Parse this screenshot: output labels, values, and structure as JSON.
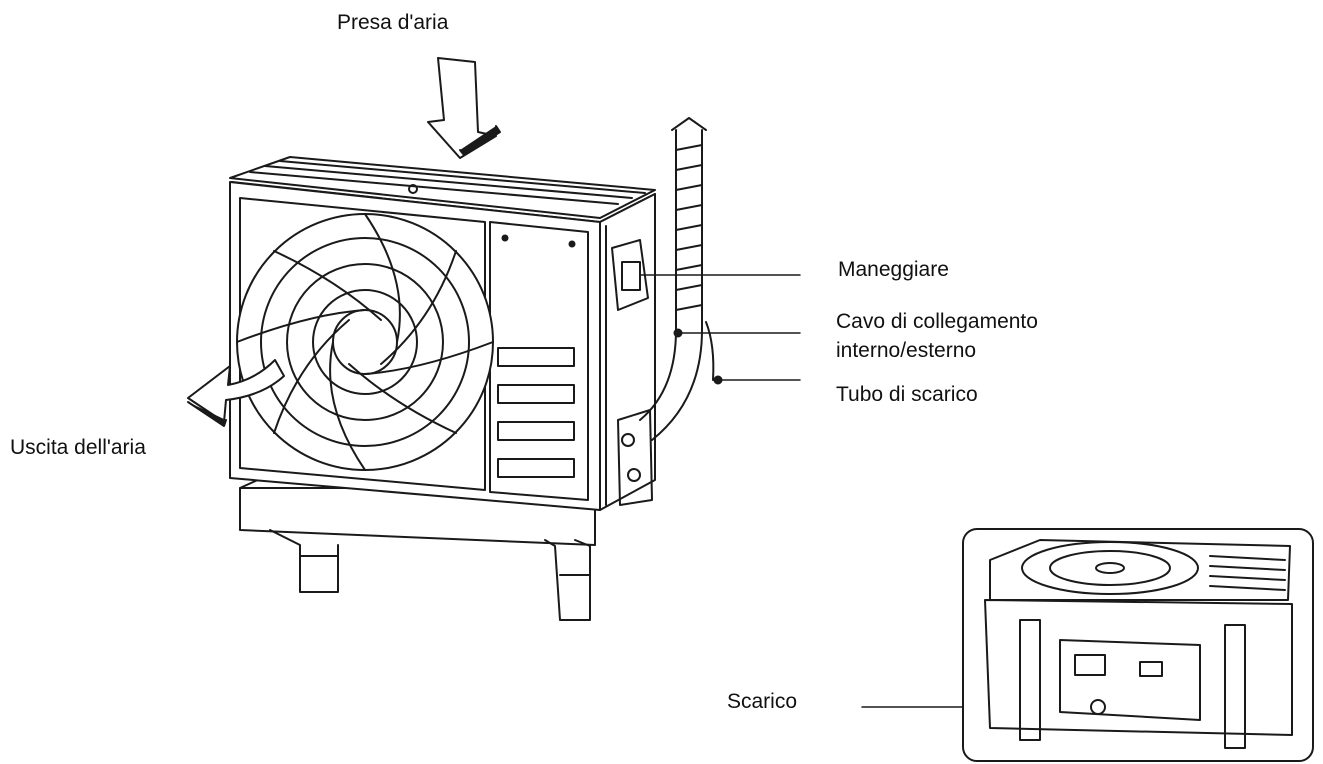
{
  "labels": {
    "air_intake": "Presa d'aria",
    "handle": "Maneggiare",
    "cable_line1": "Cavo di collegamento",
    "cable_line2": "interno/esterno",
    "drain_pipe": "Tubo di scarico",
    "air_outlet": "Uscita dell'aria",
    "drain": "Scarico"
  },
  "icons": {
    "intake_arrow": "arrow-down-icon",
    "outlet_arrow": "arrow-left-curved-icon"
  },
  "colors": {
    "line": "#1a1a1a",
    "background": "#ffffff"
  }
}
